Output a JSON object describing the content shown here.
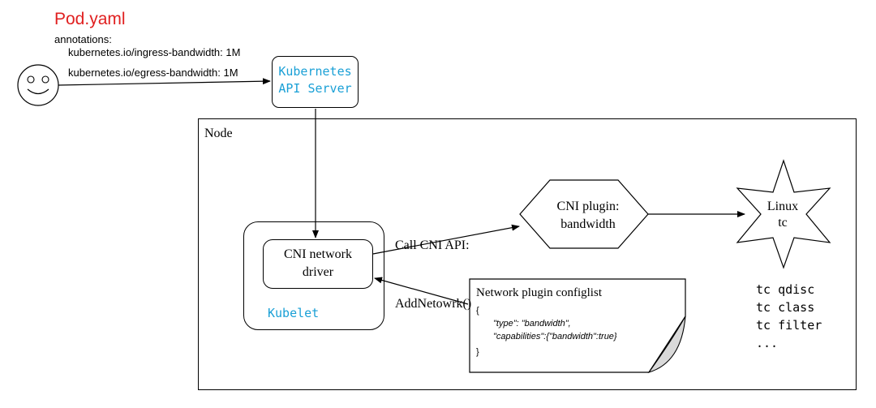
{
  "pod": {
    "title": "Pod.yaml",
    "annotations_label": "annotations:",
    "ingress": "kubernetes.io/ingress-bandwidth: 1M",
    "egress": "kubernetes.io/egress-bandwidth: 1M"
  },
  "api_server": {
    "line1": "Kubernetes",
    "line2": "API Server"
  },
  "node": {
    "label": "Node"
  },
  "kubelet": {
    "label": "Kubelet"
  },
  "cni_driver": {
    "line1": "CNI network",
    "line2": "driver"
  },
  "call": {
    "line1": "Call CNI API:",
    "line2": "AddNetowrk()"
  },
  "plugin": {
    "line1": "CNI plugin:",
    "line2": "bandwidth"
  },
  "linux": {
    "line1": "Linux",
    "line2": "tc"
  },
  "tc_commands": [
    "tc qdisc",
    "tc class",
    "tc filter",
    "..."
  ],
  "configlist": {
    "title": "Network plugin configlist",
    "open_brace": "{",
    "line1": "\"type\": \"bandwidth\",",
    "line2": "\"capabilities\":{\"bandwidth\":true}",
    "close_brace": "}"
  },
  "colors": {
    "title": "#e02020",
    "accent": "#1aa0d6",
    "fold": "#d9d9d9"
  }
}
